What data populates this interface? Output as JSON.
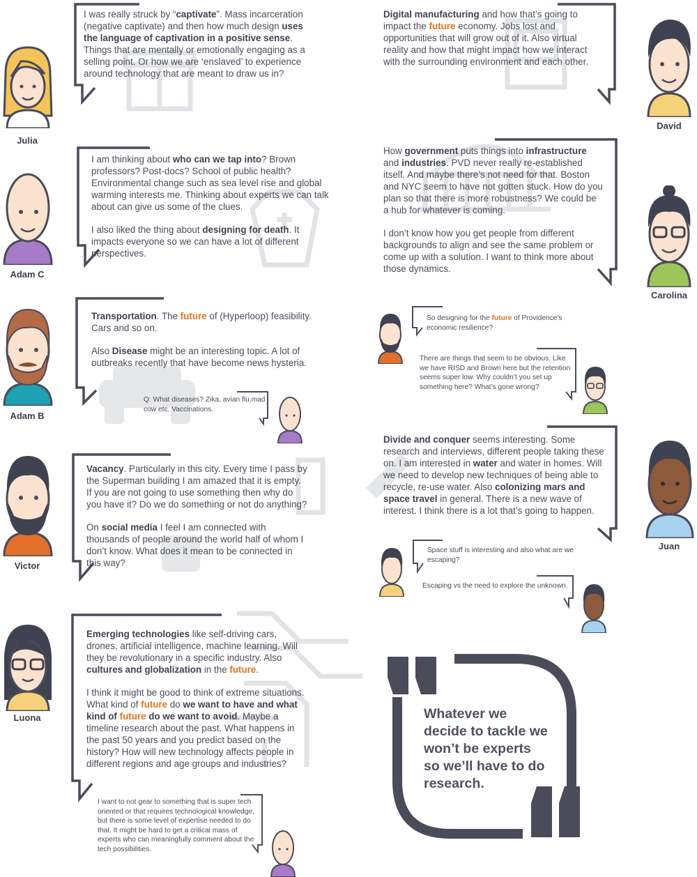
{
  "people": {
    "julia": "Julia",
    "david": "David",
    "adam_c": "Adam C",
    "carolina": "Carolina",
    "adam_b": "Adam B",
    "victor": "Victor",
    "juan": "Juan",
    "luona": "Luona"
  },
  "julia": {
    "t1": "I was really struck by “",
    "b1": "captivate",
    "t2": "”. Mass incarceration (negative captivate) and then how much design ",
    "b2": "uses the language of captivation in a positive sense",
    "t3": ". Things that are mentally or emotionally engaging as a selling point. Or how we are ‘enslaved’ to experience around technology that are meant to draw us in?"
  },
  "david": {
    "b1": "Digital manufacturing",
    "t1": " and how that’s going to impact the ",
    "h1": "future",
    "t2": " economy. Jobs lost and opportunities that will grow out of it. Also virtual reality and how that might impact how we interact with the surrounding environment and each other."
  },
  "adam_c": {
    "p1_t1": "I am thinking about ",
    "p1_b1": "who can we tap into",
    "p1_t2": "? Brown professors? Post-docs? School of public health? Environmental change such as sea level rise and global warming interests me. Thinking about experts we can talk about can give us some of the clues.",
    "p2_t1": "I also liked the thing about ",
    "p2_b1": "designing for death",
    "p2_t2": ". It impacts everyone so we can have a lot of different perspectives."
  },
  "carolina": {
    "p1_t1": "How ",
    "p1_b1": "government",
    "p1_t2": " puts things into ",
    "p1_b2": "infrastructure",
    "p1_t3": " and ",
    "p1_b3": "industries",
    "p1_t4": ". PVD never really re-established itself. And maybe there’s not need for that. Boston and NYC seem to have not gotten stuck. How do you plan so that there is more robustness? We could be a hub for whatever is coming.",
    "p2": "I don’t know how you get people from different backgrounds to align and see the same problem or come up with a solution. I want to think more about those dynamics."
  },
  "adam_b": {
    "p1_b1": "Transportation",
    "p1_t1": ". The ",
    "p1_h1": "future",
    "p1_t2": " of (Hyperloop) feasibility. Cars and so on.",
    "p2_t1": "Also ",
    "p2_b1": "Disease",
    "p2_t2": " might be an interesting topic. A lot of outbreaks recently that have become news hysteria.",
    "reply": "Q: What diseases? Zika, avian flu,mad cow etc. Vaccinations."
  },
  "side_convo_1": {
    "q_t1": "So designing for the ",
    "q_h1": "future",
    "q_t2": " of Providence’s economic resilience?",
    "a": "There are things that seem to be obvious. Like we have RISD and Brown here but the retention seems super low. Why couldn’t you set up something here? What’s gone wrong?"
  },
  "victor": {
    "p1_b1": "Vacancy",
    "p1_t1": ". Particularly in this city. Every time I pass by the Superman building I am amazed that it is empty. If you are not going to use something then why do you have it? Do we do something or not do anything?",
    "p2_t1": "On ",
    "p2_b1": "social media",
    "p2_t2": " I feel I am connected with thousands of people around the world half of whom I don’t know. What does it mean to be connected in this way?"
  },
  "juan": {
    "b1": "Divide and conquer",
    "t1": " seems interesting. Some research and interviews, different people taking these on. I am interested in ",
    "b2": "water",
    "t2": " and water in homes. Will we need to develop new techniques of being able to recycle, re-use water. Also ",
    "b3": "colonizing mars and space travel",
    "t3": " in general. There is a new wave of interest. I think there is a lot that’s going to happen.",
    "reply1": "Space stuff is interesting and also what are we escaping?",
    "reply2": "Escaping vs the need to explore the unknown."
  },
  "luona": {
    "p1_b1": "Emerging technologies",
    "p1_t1": " like self-driving cars, drones, artificial intelligence, machine learning. Will they be revolutionary in a specific industry. Also ",
    "p1_b2": "cultures and globalization",
    "p1_t2": " in the ",
    "p1_h1": "future",
    "p1_t3": ".",
    "p2_t1": "I think it might be good to think of extreme situations. What kind of ",
    "p2_h1": "future",
    "p2_t2": " do ",
    "p2_b1": "we want to have and what kind of ",
    "p2_h2": "future",
    "p2_b2": " do we want to avoid",
    "p2_t3": ". Maybe a timeline research about the past. What happens in the past 50 years and you predict based on the history? How will new technology affects people in different regions and age groups and industries?",
    "reply": "I want to not gear to something that is super tech oriented or that requires technological knowledge, but there is some level of expertise needed to do that. It might be hard to get a critical mass of experts who can meaningfully comment about the tech possibilities."
  },
  "pull_quote": "Whatever we decide to tackle we won’t be experts so we’ll have to do research.",
  "colors": {
    "accent": "#e3731d",
    "frame": "#4a4c5a",
    "watermark": "#e3e4e6"
  }
}
